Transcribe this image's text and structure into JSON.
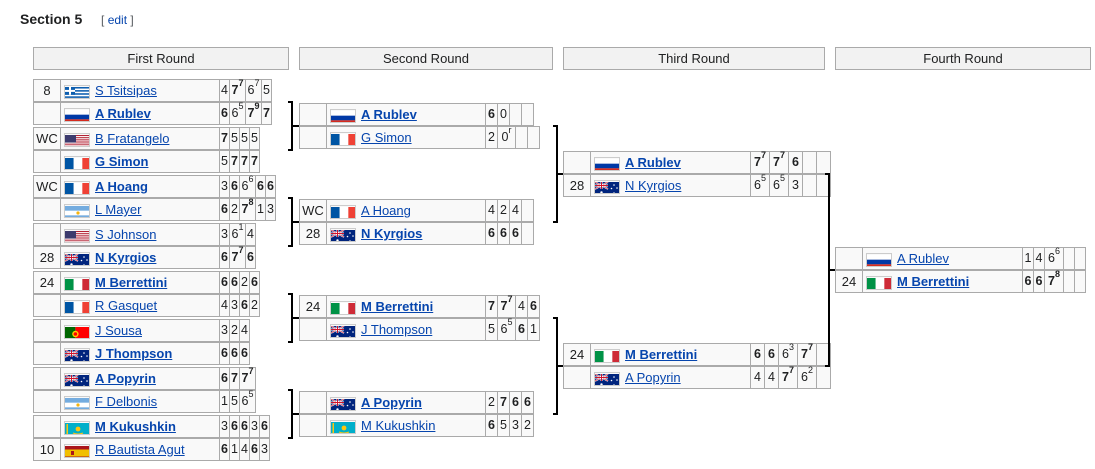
{
  "section": {
    "title": "Section 5",
    "edit_open": "[",
    "edit_label": "edit",
    "edit_close": "]"
  },
  "rounds": [
    "First Round",
    "Second Round",
    "Third Round",
    "Fourth Round"
  ],
  "matches": [
    [
      {
        "seed": "8",
        "flag": "GRE",
        "name": "S Tsitsipas",
        "win": false,
        "sets": [
          {
            "s": "4",
            "w": false
          },
          {
            "s": "7",
            "t": "7",
            "w": true
          },
          {
            "s": "6",
            "t": "7",
            "w": false
          },
          {
            "s": "5",
            "w": false
          }
        ]
      },
      {
        "seed": "",
        "flag": "RUS",
        "name": "A Rublev",
        "win": true,
        "sets": [
          {
            "s": "6",
            "w": true
          },
          {
            "s": "6",
            "t": "5",
            "w": false
          },
          {
            "s": "7",
            "t": "9",
            "w": true
          },
          {
            "s": "7",
            "w": true
          }
        ]
      },
      {
        "seed": "WC",
        "flag": "USA",
        "name": "B Fratangelo",
        "win": false,
        "sets": [
          {
            "s": "7",
            "w": true
          },
          {
            "s": "5",
            "w": false
          },
          {
            "s": "5",
            "w": false
          },
          {
            "s": "5",
            "w": false
          }
        ]
      },
      {
        "seed": "",
        "flag": "FRA",
        "name": "G Simon",
        "win": true,
        "sets": [
          {
            "s": "5",
            "w": false
          },
          {
            "s": "7",
            "w": true
          },
          {
            "s": "7",
            "w": true
          },
          {
            "s": "7",
            "w": true
          }
        ]
      },
      {
        "seed": "WC",
        "flag": "FRA",
        "name": "A Hoang",
        "win": true,
        "sets": [
          {
            "s": "3",
            "w": false
          },
          {
            "s": "6",
            "w": true
          },
          {
            "s": "6",
            "t": "6",
            "w": false
          },
          {
            "s": "6",
            "w": true
          },
          {
            "s": "6",
            "w": true
          }
        ]
      },
      {
        "seed": "",
        "flag": "ARG",
        "name": "L Mayer",
        "win": false,
        "sets": [
          {
            "s": "6",
            "w": true
          },
          {
            "s": "2",
            "w": false
          },
          {
            "s": "7",
            "t": "8",
            "w": true
          },
          {
            "s": "1",
            "w": false
          },
          {
            "s": "3",
            "w": false
          }
        ]
      },
      {
        "seed": "",
        "flag": "USA",
        "name": "S Johnson",
        "win": false,
        "sets": [
          {
            "s": "3",
            "w": false
          },
          {
            "s": "6",
            "t": "1",
            "w": false
          },
          {
            "s": "4",
            "w": false
          }
        ]
      },
      {
        "seed": "28",
        "flag": "AUS",
        "name": "N Kyrgios",
        "win": true,
        "sets": [
          {
            "s": "6",
            "w": true
          },
          {
            "s": "7",
            "t": "7",
            "w": true
          },
          {
            "s": "6",
            "w": true
          }
        ]
      },
      {
        "seed": "24",
        "flag": "ITA",
        "name": "M Berrettini",
        "win": true,
        "sets": [
          {
            "s": "6",
            "w": true
          },
          {
            "s": "6",
            "w": true
          },
          {
            "s": "2",
            "w": false
          },
          {
            "s": "6",
            "w": true
          }
        ]
      },
      {
        "seed": "",
        "flag": "FRA",
        "name": "R Gasquet",
        "win": false,
        "sets": [
          {
            "s": "4",
            "w": false
          },
          {
            "s": "3",
            "w": false
          },
          {
            "s": "6",
            "w": true
          },
          {
            "s": "2",
            "w": false
          }
        ]
      },
      {
        "seed": "",
        "flag": "POR",
        "name": "J Sousa",
        "win": false,
        "sets": [
          {
            "s": "3",
            "w": false
          },
          {
            "s": "2",
            "w": false
          },
          {
            "s": "4",
            "w": false
          }
        ]
      },
      {
        "seed": "",
        "flag": "AUS",
        "name": "J Thompson",
        "win": true,
        "sets": [
          {
            "s": "6",
            "w": true
          },
          {
            "s": "6",
            "w": true
          },
          {
            "s": "6",
            "w": true
          }
        ]
      },
      {
        "seed": "",
        "flag": "AUS",
        "name": "A Popyrin",
        "win": true,
        "sets": [
          {
            "s": "6",
            "w": true
          },
          {
            "s": "7",
            "w": true
          },
          {
            "s": "7",
            "t": "7",
            "w": true
          }
        ]
      },
      {
        "seed": "",
        "flag": "ARG",
        "name": "F Delbonis",
        "win": false,
        "sets": [
          {
            "s": "1",
            "w": false
          },
          {
            "s": "5",
            "w": false
          },
          {
            "s": "6",
            "t": "5",
            "w": false
          }
        ]
      },
      {
        "seed": "",
        "flag": "KAZ",
        "name": "M Kukushkin",
        "win": true,
        "sets": [
          {
            "s": "3",
            "w": false
          },
          {
            "s": "6",
            "w": true
          },
          {
            "s": "6",
            "w": true
          },
          {
            "s": "3",
            "w": false
          },
          {
            "s": "6",
            "w": true
          }
        ]
      },
      {
        "seed": "10",
        "flag": "ESP",
        "name": "R Bautista Agut",
        "win": false,
        "sets": [
          {
            "s": "6",
            "w": true
          },
          {
            "s": "1",
            "w": false
          },
          {
            "s": "4",
            "w": false
          },
          {
            "s": "6",
            "w": true
          },
          {
            "s": "3",
            "w": false
          }
        ]
      }
    ],
    [
      {
        "seed": "",
        "flag": "RUS",
        "name": "A Rublev",
        "win": true,
        "sets": [
          {
            "s": "6",
            "w": true
          },
          {
            "s": "0",
            "w": false
          },
          {
            "s": "",
            "w": false
          },
          {
            "s": "",
            "w": false
          }
        ]
      },
      {
        "seed": "",
        "flag": "FRA",
        "name": "G Simon",
        "win": false,
        "sets": [
          {
            "s": "2",
            "w": false
          },
          {
            "s": "0",
            "t": "r",
            "w": false
          },
          {
            "s": "",
            "w": false
          },
          {
            "s": "",
            "w": false
          }
        ]
      },
      {
        "seed": "WC",
        "flag": "FRA",
        "name": "A Hoang",
        "win": false,
        "sets": [
          {
            "s": "4",
            "w": false
          },
          {
            "s": "2",
            "w": false
          },
          {
            "s": "4",
            "w": false
          },
          {
            "s": "",
            "w": false
          }
        ]
      },
      {
        "seed": "28",
        "flag": "AUS",
        "name": "N Kyrgios",
        "win": true,
        "sets": [
          {
            "s": "6",
            "w": true
          },
          {
            "s": "6",
            "w": true
          },
          {
            "s": "6",
            "w": true
          },
          {
            "s": "",
            "w": false
          }
        ]
      },
      {
        "seed": "24",
        "flag": "ITA",
        "name": "M Berrettini",
        "win": true,
        "sets": [
          {
            "s": "7",
            "w": true
          },
          {
            "s": "7",
            "t": "7",
            "w": true
          },
          {
            "s": "4",
            "w": false
          },
          {
            "s": "6",
            "w": true
          }
        ]
      },
      {
        "seed": "",
        "flag": "AUS",
        "name": "J Thompson",
        "win": false,
        "sets": [
          {
            "s": "5",
            "w": false
          },
          {
            "s": "6",
            "t": "5",
            "w": false
          },
          {
            "s": "6",
            "w": true
          },
          {
            "s": "1",
            "w": false
          }
        ]
      },
      {
        "seed": "",
        "flag": "AUS",
        "name": "A Popyrin",
        "win": true,
        "sets": [
          {
            "s": "2",
            "w": false
          },
          {
            "s": "7",
            "w": true
          },
          {
            "s": "6",
            "w": true
          },
          {
            "s": "6",
            "w": true
          }
        ]
      },
      {
        "seed": "",
        "flag": "KAZ",
        "name": "M Kukushkin",
        "win": false,
        "sets": [
          {
            "s": "6",
            "w": true
          },
          {
            "s": "5",
            "w": false
          },
          {
            "s": "3",
            "w": false
          },
          {
            "s": "2",
            "w": false
          }
        ]
      }
    ],
    [
      {
        "seed": "",
        "flag": "RUS",
        "name": "A Rublev",
        "win": true,
        "sets": [
          {
            "s": "7",
            "t": "7",
            "w": true
          },
          {
            "s": "7",
            "t": "7",
            "w": true
          },
          {
            "s": "6",
            "w": true
          },
          {
            "s": "",
            "w": false
          },
          {
            "s": "",
            "w": false
          }
        ]
      },
      {
        "seed": "28",
        "flag": "AUS",
        "name": "N Kyrgios",
        "win": false,
        "sets": [
          {
            "s": "6",
            "t": "5",
            "w": false
          },
          {
            "s": "6",
            "t": "5",
            "w": false
          },
          {
            "s": "3",
            "w": false
          },
          {
            "s": "",
            "w": false
          },
          {
            "s": "",
            "w": false
          }
        ]
      },
      {
        "seed": "24",
        "flag": "ITA",
        "name": "M Berrettini",
        "win": true,
        "sets": [
          {
            "s": "6",
            "w": true
          },
          {
            "s": "6",
            "w": true
          },
          {
            "s": "6",
            "t": "3",
            "w": false
          },
          {
            "s": "7",
            "t": "7",
            "w": true
          },
          {
            "s": "",
            "w": false
          }
        ]
      },
      {
        "seed": "",
        "flag": "AUS",
        "name": "A Popyrin",
        "win": false,
        "sets": [
          {
            "s": "4",
            "w": false
          },
          {
            "s": "4",
            "w": false
          },
          {
            "s": "7",
            "t": "7",
            "w": true
          },
          {
            "s": "6",
            "t": "2",
            "w": false
          },
          {
            "s": "",
            "w": false
          }
        ]
      }
    ],
    [
      {
        "seed": "",
        "flag": "RUS",
        "name": "A Rublev",
        "win": false,
        "sets": [
          {
            "s": "1",
            "w": false
          },
          {
            "s": "4",
            "w": false
          },
          {
            "s": "6",
            "t": "6",
            "w": false
          },
          {
            "s": "",
            "w": false
          },
          {
            "s": "",
            "w": false
          }
        ]
      },
      {
        "seed": "24",
        "flag": "ITA",
        "name": "M Berrettini",
        "win": true,
        "sets": [
          {
            "s": "6",
            "w": true
          },
          {
            "s": "6",
            "w": true
          },
          {
            "s": "7",
            "t": "8",
            "w": true
          },
          {
            "s": "",
            "w": false
          },
          {
            "s": "",
            "w": false
          }
        ]
      }
    ]
  ]
}
